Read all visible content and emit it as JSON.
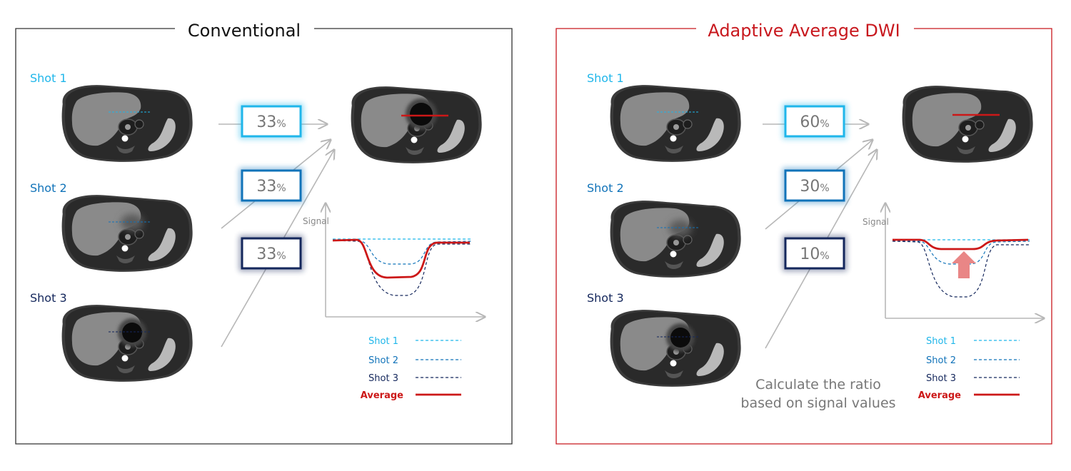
{
  "colors": {
    "shot1": "#1fb6ea",
    "shot2": "#1173b9",
    "shot3": "#14275c",
    "average": "#cc1818",
    "accent_panel": "#c8181e",
    "neutral_panel": "#333333",
    "arrow_gray": "#b7b7b7",
    "scan_body": "#2a2a2a",
    "scan_liver": "#8a8a8a",
    "lesion_arrow": "#e98686"
  },
  "panels": [
    {
      "title": "Conventional",
      "shot_labels": [
        "Shot 1",
        "Shot 2",
        "Shot 3"
      ],
      "weights": [
        {
          "value": "33",
          "unit": "%"
        },
        {
          "value": "33",
          "unit": "%"
        },
        {
          "value": "33",
          "unit": "%"
        }
      ],
      "chart": {
        "ylabel": "Signal",
        "legend": [
          "Shot 1",
          "Shot 2",
          "Shot 3",
          "Average"
        ]
      }
    },
    {
      "title": "Adaptive Average DWI",
      "shot_labels": [
        "Shot 1",
        "Shot 2",
        "Shot 3"
      ],
      "weights": [
        {
          "value": "60",
          "unit": "%"
        },
        {
          "value": "30",
          "unit": "%"
        },
        {
          "value": "10",
          "unit": "%"
        }
      ],
      "chart": {
        "ylabel": "Signal",
        "legend": [
          "Shot 1",
          "Shot 2",
          "Shot 3",
          "Average"
        ]
      },
      "caption": [
        "Calculate the ratio",
        "based on signal values"
      ]
    }
  ],
  "icons": [
    "axial-scan-icon",
    "up-arrow-icon",
    "flow-arrow-icon"
  ]
}
